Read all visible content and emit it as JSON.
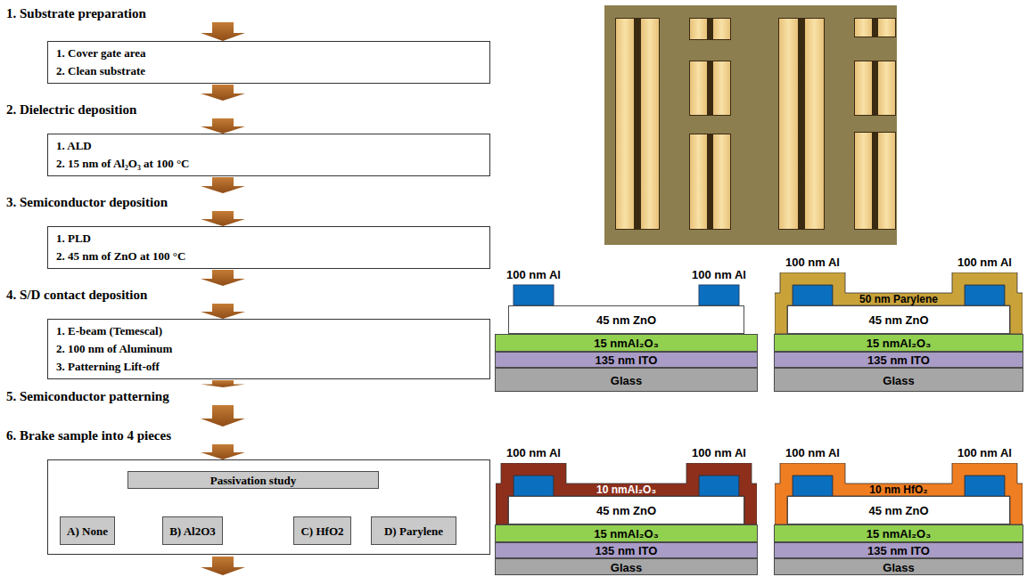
{
  "diagram": {
    "nodes": [
      {
        "text": [
          "1. Substrate preparation",
          "1. Cover gate area",
          "2. Clean substrate"
        ]
      },
      {
        "text": [
          "2. Dielectric deposition",
          "1. ALD",
          "2. 15 nm of Al₂O₃ at 100 °C"
        ]
      },
      {
        "text": [
          "3. Semiconductor deposition",
          "1. PLD",
          "2. 45 nm of ZnO at 100 °C"
        ]
      },
      {
        "text": [
          "4. S/D contact deposition",
          "1. E-beam (Temescal)",
          "2. 100 nm of Aluminum",
          "3. Patterning Lift-off"
        ]
      },
      {
        "text": [
          "5. Semiconductor patterning"
        ]
      },
      {
        "text": [
          "6. Brake sample into 4 pieces"
        ]
      },
      {
        "text": [
          "Passivation study"
        ],
        "in": 5
      },
      {
        "text": [
          "A) None"
        ],
        "in": 5
      },
      {
        "text": [
          "B) Al2O3"
        ],
        "in": 5
      },
      {
        "text": [
          "C) HfO2"
        ],
        "in": 5
      },
      {
        "text": [
          "D) Parylene"
        ],
        "in": 5
      },
      {
        "text": [
          "45 nm ZnO"
        ]
      },
      {
        "text": [
          "15 nmAl₂O₃"
        ]
      },
      {
        "text": [
          "135 nm ITO"
        ]
      },
      {
        "text": [
          "Glass"
        ]
      },
      {
        "text": [
          "50 nm Parylene"
        ]
      },
      {
        "text": [
          "45 nm ZnO"
        ]
      },
      {
        "text": [
          "15 nmAl₂O₃"
        ]
      },
      {
        "text": [
          "135 nm ITO"
        ]
      },
      {
        "text": [
          "Glass"
        ]
      },
      {
        "text": [
          "10 nmAl₂O₃"
        ]
      },
      {
        "text": [
          "45 nm ZnO"
        ]
      },
      {
        "text": [
          "15 nmAl₂O₃"
        ]
      },
      {
        "text": [
          "135 nm ITO"
        ]
      },
      {
        "text": [
          "Glass"
        ]
      },
      {
        "text": [
          "10 nm HfO₂"
        ]
      },
      {
        "text": [
          "45 nm ZnO"
        ]
      },
      {
        "text": [
          "15 nmAl₂O₃"
        ]
      },
      {
        "text": [
          "135 nm ITO"
        ]
      },
      {
        "text": [
          "Glass"
        ]
      }
    ],
    "edges": [
      {
        "from": 0,
        "to": 1,
        "arrow": "to"
      },
      {
        "from": 1,
        "to": 2,
        "arrow": "to"
      },
      {
        "from": 2,
        "to": 3,
        "arrow": "to"
      },
      {
        "from": 3,
        "to": 4,
        "arrow": "to"
      },
      {
        "from": 4,
        "to": 5,
        "arrow": "to"
      }
    ],
    "labels": [
      "100 nm Al",
      "100 nm Al",
      "100 nm Al",
      "100 nm Al",
      "100 nm Al",
      "100 nm Al",
      "100 nm Al",
      "100 nm Al"
    ]
  }
}
